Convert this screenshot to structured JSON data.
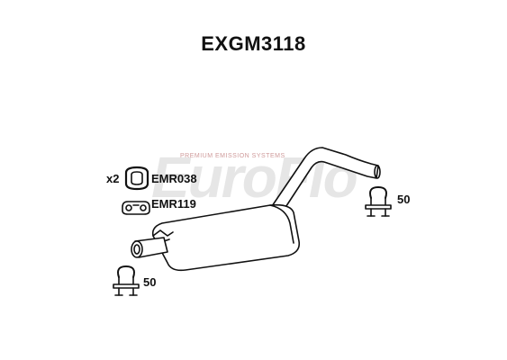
{
  "title": "EXGM3118",
  "watermark": {
    "brand": "EuroFlo",
    "tagline": "PREMIUM EMISSION SYSTEMS"
  },
  "parts": [
    {
      "code": "EMR038",
      "quantity": "x2",
      "icon": "gasket-ring-icon"
    },
    {
      "code": "EMR119",
      "icon": "rubber-hanger-icon"
    }
  ],
  "clamps": [
    {
      "size": "50",
      "icon": "u-bolt-clamp-icon"
    },
    {
      "size": "50",
      "icon": "u-bolt-clamp-icon"
    }
  ],
  "main_part": {
    "icon": "rear-silencer-icon"
  },
  "colors": {
    "line": "#111111",
    "watermark": "#e6e6e6",
    "tagline": "#cf9a9a"
  }
}
